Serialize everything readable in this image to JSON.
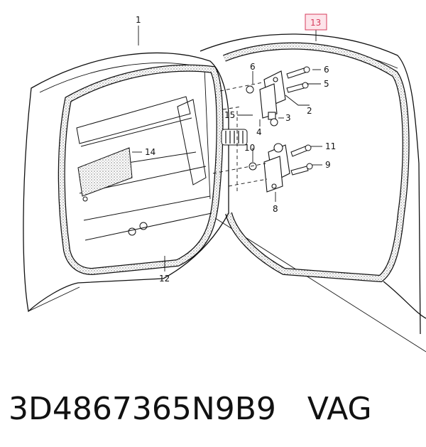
{
  "diagram": {
    "callouts": [
      "1",
      "13",
      "6",
      "6",
      "5",
      "2",
      "15",
      "3",
      "4",
      "14",
      "10",
      "11",
      "9",
      "8",
      "12"
    ],
    "highlight_color": "#d63b5c"
  },
  "caption": {
    "part_number": "3D4867365N9B9",
    "brand": "VAG"
  }
}
